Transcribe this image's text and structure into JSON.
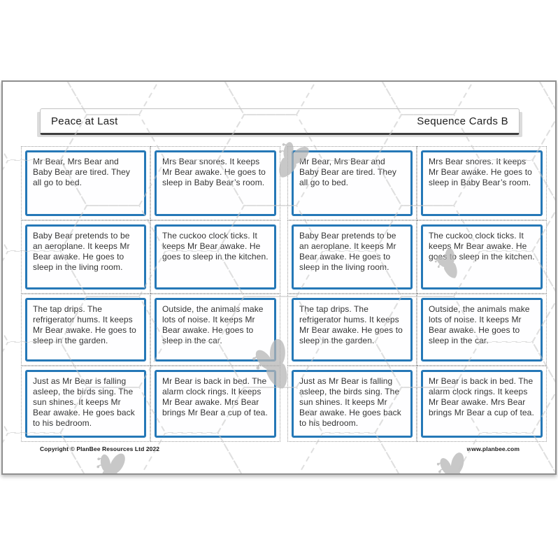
{
  "header": {
    "title": "Peace at Last",
    "subtitle": "Sequence Cards B"
  },
  "cards": [
    {
      "text": "Mr Bear, Mrs Bear and Baby Bear are tired. They all go to bed."
    },
    {
      "text": "Mrs Bear snores. It keeps Mr Bear awake. He goes to sleep in Baby Bear’s room."
    },
    {
      "text": "Baby Bear pretends to be an aeroplane. It keeps Mr Bear awake. He goes to sleep in the living room."
    },
    {
      "text": "The cuckoo clock ticks. It keeps Mr Bear awake. He goes to sleep in the kitchen."
    },
    {
      "text": "The tap drips. The refrigerator hums. It keeps Mr Bear awake. He goes to sleep in the garden."
    },
    {
      "text": "Outside, the animals make lots of noise. It keeps Mr Bear awake. He goes to sleep in the car."
    },
    {
      "text": "Just as Mr Bear is falling asleep, the birds sing. The sun shines. It keeps Mr Bear awake. He goes back to his bedroom."
    },
    {
      "text": "Mr Bear is back in bed. The alarm clock rings. It keeps Mr Bear awake. Mrs Bear brings Mr Bear a cup of tea."
    }
  ],
  "footer": {
    "copyright": "Copyright © PlanBee Resources Ltd 2022",
    "website": "www.planbee.com"
  },
  "colors": {
    "card_border": "#2578b7",
    "hex_line": "#c6c6c6",
    "bee": "#b6b6b6",
    "text": "#2f2f2f"
  }
}
